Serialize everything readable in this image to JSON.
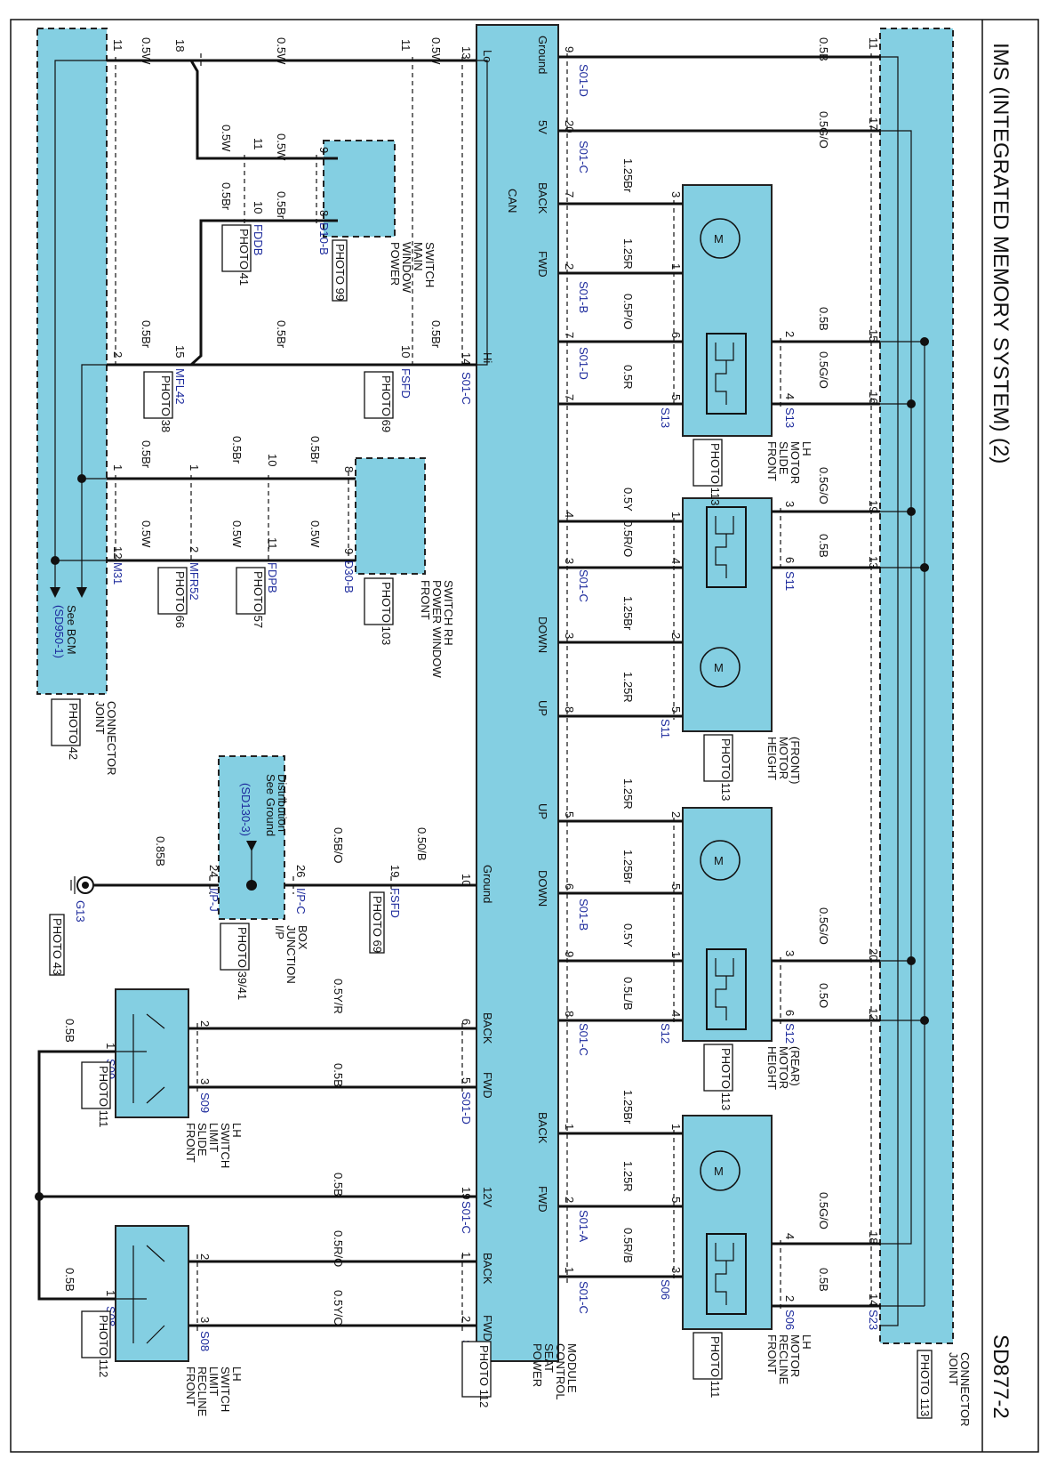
{
  "title": "IMS (INTEGRATED MEMORY SYSTEM) (2)",
  "code": "SD877-2",
  "components": {
    "psm": {
      "name": [
        "POWER",
        "SEAT",
        "CONTROL",
        "MODULE"
      ],
      "photo": "PHOTO 112"
    },
    "joint_right": {
      "name": [
        "JOINT",
        "CONNECTOR"
      ],
      "photo": "PHOTO 113"
    },
    "joint_left": {
      "name": [
        "JOINT",
        "CONNECTOR"
      ],
      "photo": "PHOTO 42"
    },
    "slide_motor": {
      "name": [
        "FRONT",
        "SLIDE",
        "MOTOR",
        "LH"
      ],
      "photo": "PHOTO 113"
    },
    "height_front": {
      "name": [
        "HEIGHT",
        "MOTOR",
        "(FRONT)"
      ],
      "photo": "PHOTO 113"
    },
    "height_rear": {
      "name": [
        "HEIGHT",
        "MOTOR",
        "(REAR)"
      ],
      "photo": "PHOTO 113"
    },
    "recline_motor": {
      "name": [
        "FRONT",
        "RECLINE",
        "MOTOR",
        "LH"
      ],
      "photo": "PHOTO 111"
    },
    "pw_main": {
      "name": [
        "POWER",
        "WINDOW",
        "MAIN",
        "SWITCH"
      ],
      "photo": "PHOTO 99"
    },
    "pw_rh": {
      "name": [
        "FRONT",
        "POWER WINDOW",
        "SWITCH RH"
      ],
      "photo": "PHOTO 103"
    },
    "junction": {
      "name": [
        "I/P",
        "JUNCTION",
        "BOX"
      ],
      "photo": "PHOTO 39/41",
      "note": [
        "See Ground",
        "Distribution"
      ],
      "ref": "(SD130-3)"
    },
    "slide_limit": {
      "name": [
        "FRONT",
        "SLIDE",
        "LIMIT",
        "SWITCH",
        "LH"
      ],
      "photo": "PHOTO 111"
    },
    "recline_limit": {
      "name": [
        "FRONT",
        "RECLINE",
        "LIMIT",
        "SWITCH",
        "LH"
      ],
      "photo": "PHOTO 112"
    },
    "bcm_note": [
      "See BCM"
    ],
    "bcm_ref": "(SD950-1)",
    "ground": {
      "name": "G13",
      "photo": "PHOTO 43"
    },
    "fsfd_photo": "PHOTO 69",
    "fsfd_photo2": "PHOTO 69",
    "fddb_photo": "PHOTO 41",
    "mfl42_photo": "PHOTO 38",
    "mfr52_photo": "PHOTO 66",
    "fdpb_photo": "PHOTO 57"
  },
  "psm_labels": {
    "ground": "Ground",
    "v5": "5V",
    "back1": "BACK",
    "fwd1": "FWD",
    "down1": "DOWN",
    "up1": "UP",
    "up2": "UP",
    "down2": "DOWN",
    "back2": "BACK",
    "fwd2": "FWD",
    "lo": "Lo",
    "can": "CAN",
    "hi": "Hi",
    "ground2": "Ground",
    "back3": "BACK",
    "fwd3": "FWD",
    "v12": "12V",
    "back4": "BACK",
    "fwd4": "FWD"
  },
  "connectors": {
    "s01d_a": "S01-D",
    "s01c_a": "S01-C",
    "s01b_a": "S01-B",
    "s01d_b": "S01-D",
    "s01c_b": "S01-C",
    "s01b_b": "S01-B",
    "s01c_c": "S01-C",
    "s01a": "S01-A",
    "s01c_d": "S01-C",
    "s01c_e": "S01-C",
    "s01d_c": "S01-D",
    "s01c_f": "S01-C",
    "s01d_d": "S01-D",
    "s13a": "S13",
    "s13b": "S13",
    "s11a": "S11",
    "s11b": "S11",
    "s12a": "S12",
    "s12b": "S12",
    "s06a": "S06",
    "s06b": "S06",
    "s23": "S23",
    "d10b": "D10-B",
    "fddb": "FDDB",
    "fsfd": "FSFD",
    "mfl42": "MFL42",
    "d30b": "D30-B",
    "fdpb": "FDPB",
    "mfr52": "MFR52",
    "m31": "M31",
    "fsfd2": "FSFD",
    "ipc": "I/P-C",
    "ipj": "I/P-J",
    "s09a": "S09",
    "s09b": "S09",
    "s08a": "S08",
    "s08b": "S08"
  },
  "wire_labels": {
    "a": "0.5B",
    "b": "0.5G/O",
    "c": "1.25Br",
    "d": "1.25R",
    "e": "0.5P/O",
    "f": "0.5R",
    "g": "0.5B",
    "h": "0.5G/O",
    "i": "0.5Y",
    "j": "0.5R/O",
    "k": "0.5G/O",
    "l": "0.5B",
    "m": "1.25Br",
    "n": "1.25R",
    "o": "1.25R",
    "p": "1.25Br",
    "q": "0.5Y",
    "r": "0.5L/B",
    "s": "0.5G/O",
    "t": "0.5O",
    "u": "1.25Br",
    "v": "1.25R",
    "w": "0.5R/B",
    "x": "0.5G/O",
    "y": "0.5B",
    "aa": "0.5W",
    "ab": "0.5W",
    "ac": "0.5W",
    "ad": "0.5W",
    "ae": "0.5W",
    "af": "0.5Br",
    "ag": "0.5Br",
    "ah": "0.5Br",
    "ai": "0.5Br",
    "aj": "0.5Br",
    "ak": "0.5Br",
    "al": "0.5Br",
    "am": "0.5Br",
    "an": "0.5W",
    "ao": "0.5W",
    "ap": "0.5W",
    "aq": "0.5W",
    "ba": "0.50/B",
    "bb": "0.5B/O",
    "bc": "0.85B",
    "ca": "0.5Y/R",
    "cb": "0.5B",
    "cc": "0.5B",
    "cd": "0.5R/O",
    "ce": "0.5Y/O",
    "cf": "0.5B",
    "cg": "0.5B"
  },
  "pins": {
    "p9": "9",
    "p20": "20",
    "p7a": "7",
    "p2a": "2",
    "p7b": "7",
    "p7c": "7",
    "p4a": "4",
    "p3a": "3",
    "p3b": "3",
    "p8a": "8",
    "p5a": "5",
    "p6a": "6",
    "p9b": "9",
    "p8b": "8",
    "p1a": "1",
    "p2b": "2",
    "p1b": "1",
    "p10": "10",
    "p6b": "6",
    "p5b": "5",
    "p19": "19",
    "p1c": "1",
    "p2c": "2",
    "p13": "13",
    "p14": "14",
    "j11": "11",
    "j17": "17",
    "j15": "15",
    "j16": "16",
    "j19": "19",
    "j13": "13",
    "j20": "20",
    "j12": "12",
    "j18": "18",
    "j14": "14",
    "sm3": "3",
    "sm1": "1",
    "sm6": "6",
    "sm5": "5",
    "sm2": "2",
    "sm4": "4",
    "hf1": "1",
    "hf4": "4",
    "hf2": "2",
    "hf5": "5",
    "hf3": "3",
    "hf6": "6",
    "hr2": "2",
    "hr5": "5",
    "hr1": "1",
    "hr4": "4",
    "hr3": "3",
    "hr6": "6",
    "rm1": "1",
    "rm5": "5",
    "rm3": "3",
    "rm4": "4",
    "rm2": "2",
    "w11a": "11",
    "w18": "18",
    "w11b": "11",
    "w11c": "11",
    "w9": "9",
    "w10a": "10",
    "w8a": "8",
    "w2a": "2",
    "w15": "15",
    "w10b": "10",
    "w1a": "1",
    "w1b": "1",
    "w10c": "10",
    "w8b": "8",
    "w12": "12",
    "w2b": "2",
    "w11d": "11",
    "w9b": "9",
    "g19": "19",
    "g26": "26",
    "g24": "24",
    "sl2": "2",
    "sl3": "3",
    "sl1": "1",
    "rl2": "2",
    "rl3": "3",
    "rl1": "1"
  }
}
